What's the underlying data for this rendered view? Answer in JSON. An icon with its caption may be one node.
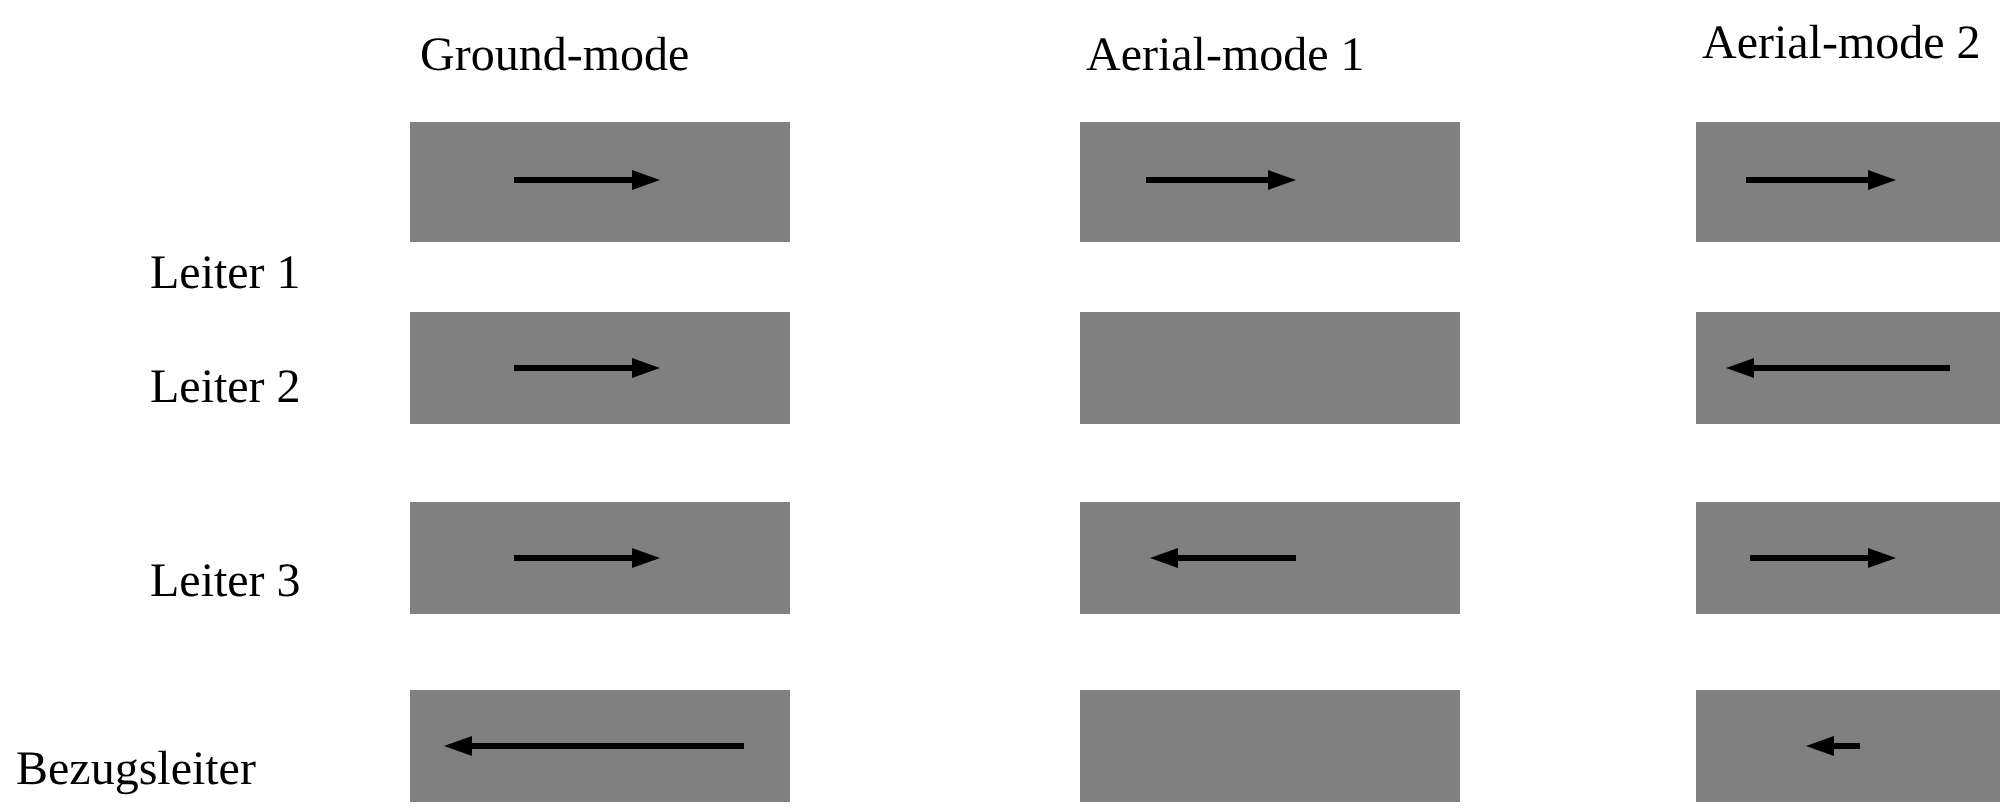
{
  "diagram": {
    "nodes": [
      {
        "text": [],
        "shape": "bar"
      },
      {
        "text": [],
        "shape": "bar"
      },
      {
        "text": [],
        "shape": "bar"
      },
      {
        "text": [],
        "shape": "bar"
      },
      {
        "text": [],
        "shape": "bar"
      },
      {
        "text": [],
        "shape": "bar"
      },
      {
        "text": [],
        "shape": "bar"
      },
      {
        "text": [],
        "shape": "bar"
      },
      {
        "text": [],
        "shape": "bar"
      },
      {
        "text": [],
        "shape": "bar"
      },
      {
        "text": [],
        "shape": "bar"
      },
      {
        "text": [],
        "shape": "bar"
      }
    ],
    "labels": [
      "Ground-mode",
      "Aerial-mode 1",
      "Aerial-mode 2",
      "Leiter 1",
      "Leiter 2",
      "Leiter 3",
      "Bezugsleiter"
    ]
  }
}
